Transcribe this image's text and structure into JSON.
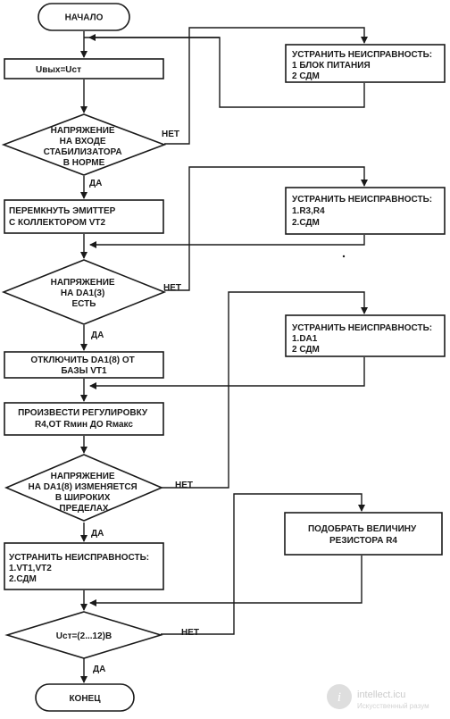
{
  "nodes": {
    "start": "НАЧАЛО",
    "uout": "Uвых=Uст",
    "q1": [
      "НАПРЯЖЕНИЕ",
      "НА ВХОДЕ",
      "СТАБИЛИЗАТОРА",
      "В НОРМЕ"
    ],
    "fix1": [
      "УСТРАНИТЬ НЕИСПРАВНОСТЬ:",
      "1 БЛОК ПИТАНИЯ",
      "2 СДМ"
    ],
    "bridge": [
      "ПЕРЕМКНУТЬ ЭМИТТЕР",
      "С КОЛЛЕКТОРОМ VT2"
    ],
    "fix2": [
      "УСТРАНИТЬ НЕИСПРАВНОСТЬ:",
      "1.R3,R4",
      "2.СДМ"
    ],
    "q2": [
      "НАПРЯЖЕНИЕ",
      "НА DA1(3)",
      "ЕСТЬ"
    ],
    "fix3": [
      "УСТРАНИТЬ НЕИСПРАВНОСТЬ:",
      "1.DA1",
      "2 СДМ"
    ],
    "disconnect": [
      "ОТКЛЮЧИТЬ DA1(8) ОТ",
      "БАЗЫ VT1"
    ],
    "adjust": [
      "ПРОИЗВЕСТИ РЕГУЛИРОВКУ",
      "R4,ОТ Rмин ДО Rмакс"
    ],
    "q3": [
      "НАПРЯЖЕНИЕ",
      "НА DA1(8) ИЗМЕНЯЕТСЯ",
      "В ШИРОКИХ",
      "ПРЕДЕЛАХ"
    ],
    "select": [
      "ПОДОБРАТЬ ВЕЛИЧИНУ",
      "РЕЗИСТОРА R4"
    ],
    "fix4": [
      "УСТРАНИТЬ НЕИСПРАВНОСТЬ:",
      "1.VT1,VT2",
      "2.СДМ"
    ],
    "q4": "Uст=(2...12)В",
    "end": "КОНЕЦ"
  },
  "edge_labels": {
    "q1_no": "НЕТ",
    "q1_yes": "ДА",
    "q2_no": "НЕТ",
    "q2_yes": "ДА",
    "q3_no": "НЕТ",
    "q3_yes": "ДА",
    "q4_no": "НЕТ",
    "q4_yes": "ДА"
  },
  "watermark": {
    "name": "intellect.icu",
    "tagline": "Искусственный разум",
    "logo_letter": "i"
  },
  "colors": {
    "ink": "#1a1a1a",
    "paper": "#ffffff",
    "watermark": "#bdbdbd"
  }
}
